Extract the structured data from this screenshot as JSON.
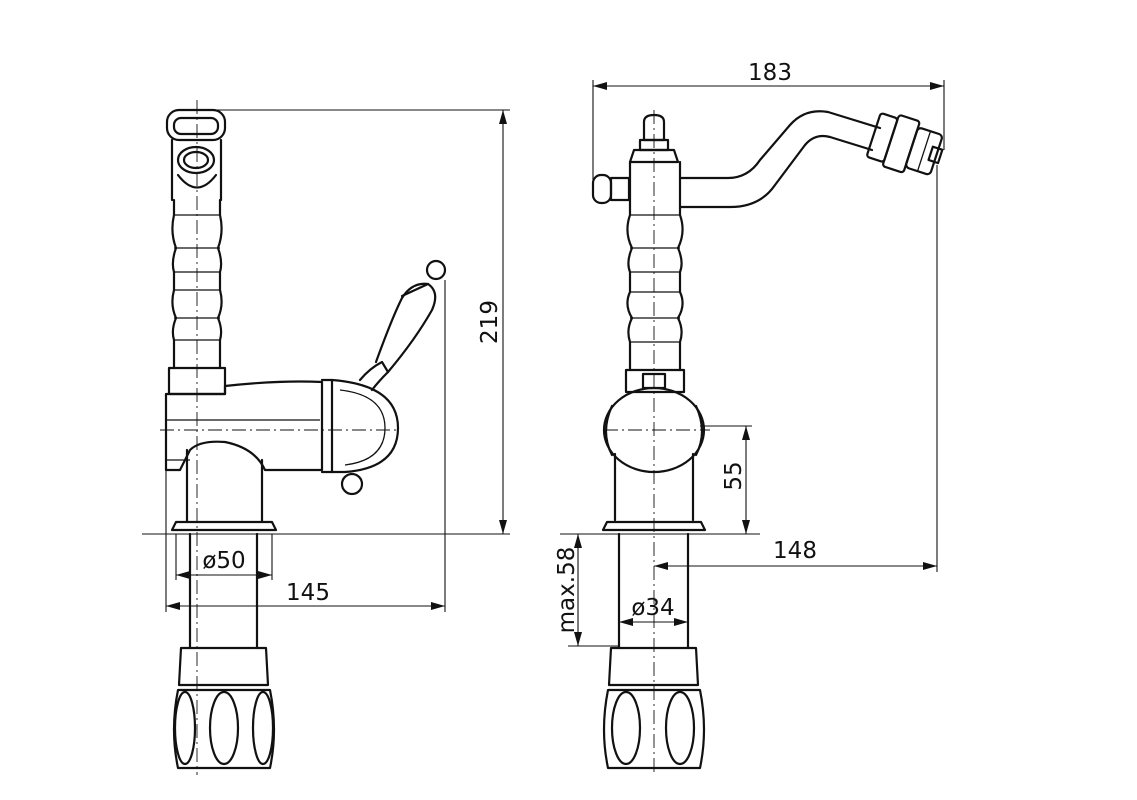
{
  "drawing": {
    "type": "technical-drawing",
    "views": [
      "side-view",
      "front-view"
    ],
    "colors": {
      "line": "#111111",
      "background": "#ffffff"
    }
  },
  "dimensions": {
    "side_height": "219",
    "base_diameter": "ø50",
    "side_reach": "145",
    "total_width": "183",
    "handle_height": "55",
    "spout_reach": "148",
    "shank_length": "max.58",
    "shank_diameter": "ø34"
  }
}
